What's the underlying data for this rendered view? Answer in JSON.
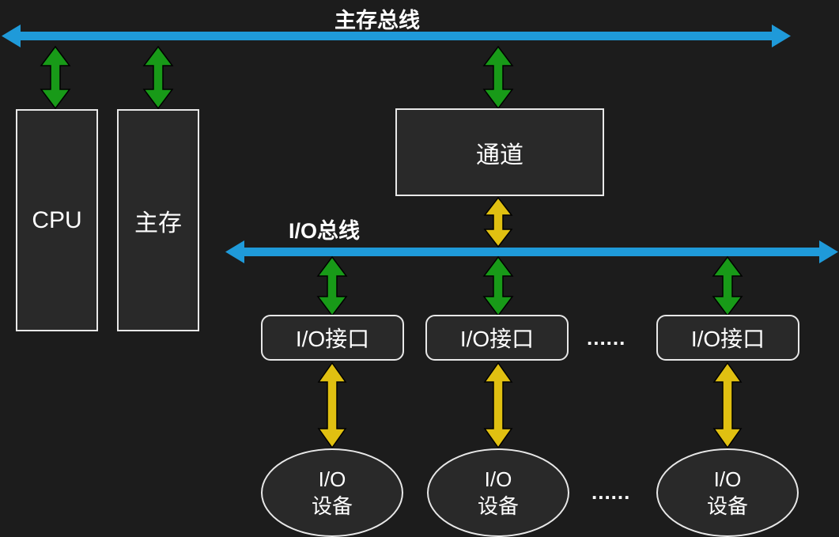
{
  "colors": {
    "background": "#1c1c1c",
    "node_fill": "#292929",
    "node_border": "#e8e8e8",
    "bus_blue": "#1f9ad9",
    "arrow_green": "#189a18",
    "arrow_yellow": "#e0c011",
    "text": "#ffffff"
  },
  "buses": {
    "main_bus_label": "主存总线",
    "io_bus_label": "I/O总线"
  },
  "nodes": {
    "cpu": "CPU",
    "main_memory": "主存",
    "channel": "通道"
  },
  "interfaces": [
    {
      "label": "I/O接口"
    },
    {
      "label": "I/O接口"
    },
    {
      "label": "I/O接口"
    }
  ],
  "devices": [
    {
      "line1": "I/O",
      "line2": "设备"
    },
    {
      "line1": "I/O",
      "line2": "设备"
    },
    {
      "line1": "I/O",
      "line2": "设备"
    }
  ],
  "ellipsis": {
    "interfaces": "......",
    "devices": "......"
  }
}
